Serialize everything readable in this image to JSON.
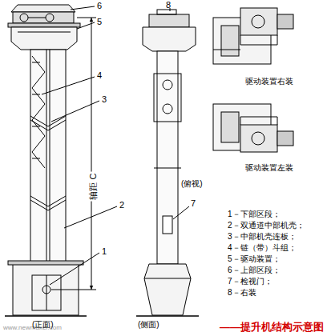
{
  "diagram": {
    "caption": "——提升机结构示意图",
    "labels": [
      "www.newmaker.com",
      "6",
      "5",
      "4",
      "3",
      "2",
      "1",
      "轴距 C",
      "8",
      "7",
      "驱动装置右装",
      "驱动装置左装",
      "(俯视)",
      "(正面)",
      "(侧面)",
      "1－下部区段；",
      "2－双通道中部机壳；",
      "3－中部机壳连板；",
      "4－链（带）斗组；",
      "5－驱动装置；",
      "6－上部区段；",
      "7－检视门；",
      "8－右装"
    ]
  }
}
